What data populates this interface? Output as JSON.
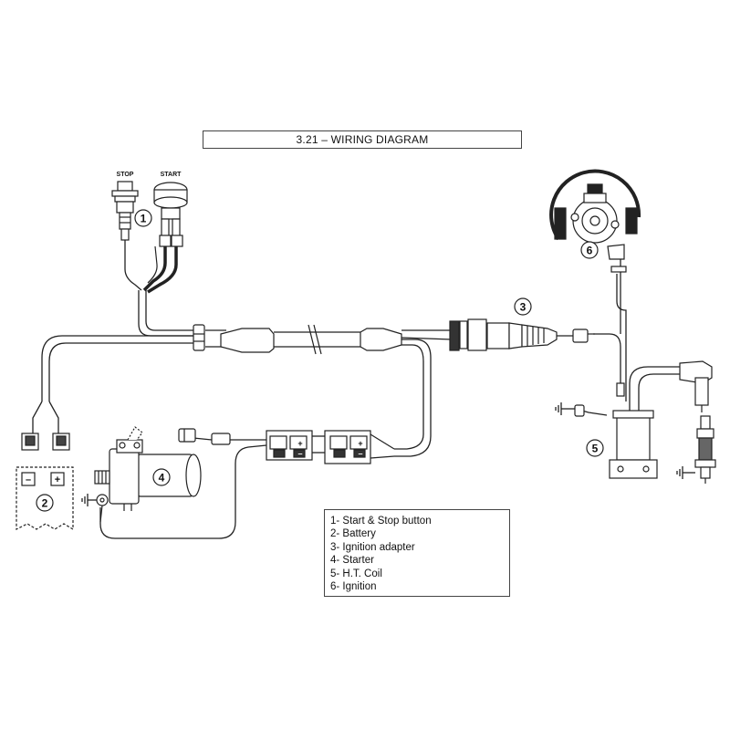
{
  "title": "3.21 – WIRING DIAGRAM",
  "labels": {
    "stop": "STOP",
    "start": "START"
  },
  "battery": {
    "neg": "–",
    "pos": "+"
  },
  "connector_signs": [
    "+",
    "–",
    "+",
    "–"
  ],
  "callouts": [
    "1",
    "2",
    "3",
    "4",
    "5",
    "6"
  ],
  "legend": [
    "1- Start & Stop button",
    "2- Battery",
    "3- Ignition adapter",
    "4- Starter",
    "5- H.T. Coil",
    "6- Ignition"
  ]
}
